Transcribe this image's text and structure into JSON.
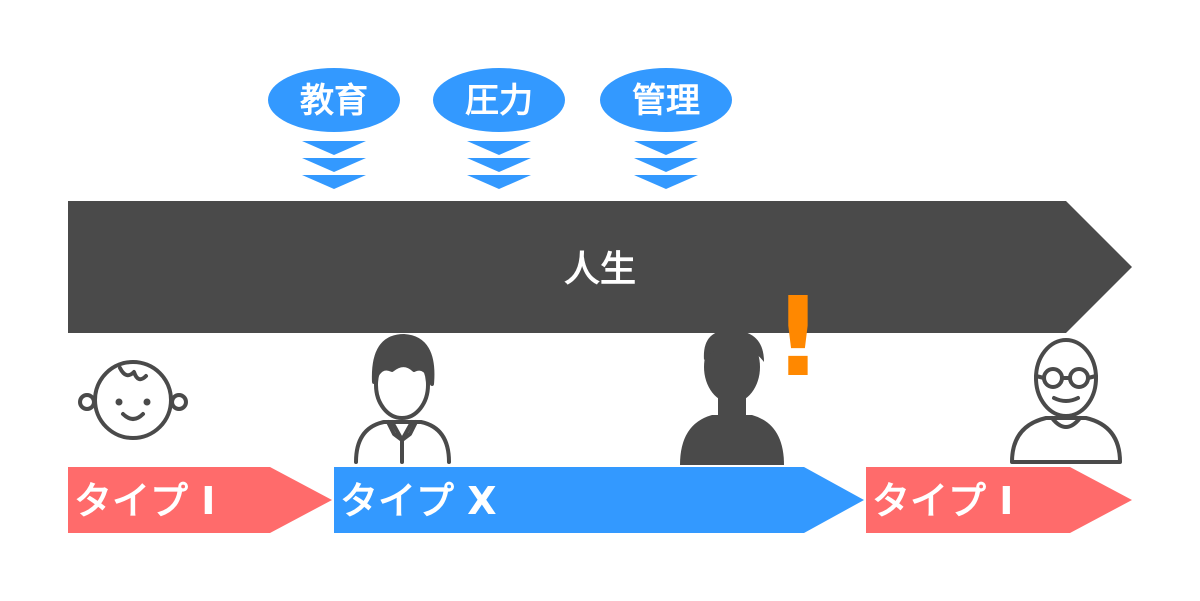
{
  "influences": [
    {
      "label": "教育"
    },
    {
      "label": "圧力"
    },
    {
      "label": "管理"
    }
  ],
  "life_arrow": {
    "label": "人生"
  },
  "alert": {
    "symbol": "!"
  },
  "phases": [
    {
      "label": "タイプ I"
    },
    {
      "label": "タイプ X"
    },
    {
      "label": "タイプ I"
    }
  ],
  "people": [
    {
      "icon": "baby-icon"
    },
    {
      "icon": "young-man-icon"
    },
    {
      "icon": "adult-silhouette-icon"
    },
    {
      "icon": "elderly-man-icon"
    }
  ],
  "colors": {
    "influence_blue": "#3399ff",
    "life_arrow_gray": "#4a4a4a",
    "type_i_red": "#ff6b6b",
    "type_x_blue": "#3399ff",
    "alert_orange": "#ff8800",
    "icon_outline": "#4a4a4a",
    "silhouette_gray": "#4a4a4a"
  }
}
